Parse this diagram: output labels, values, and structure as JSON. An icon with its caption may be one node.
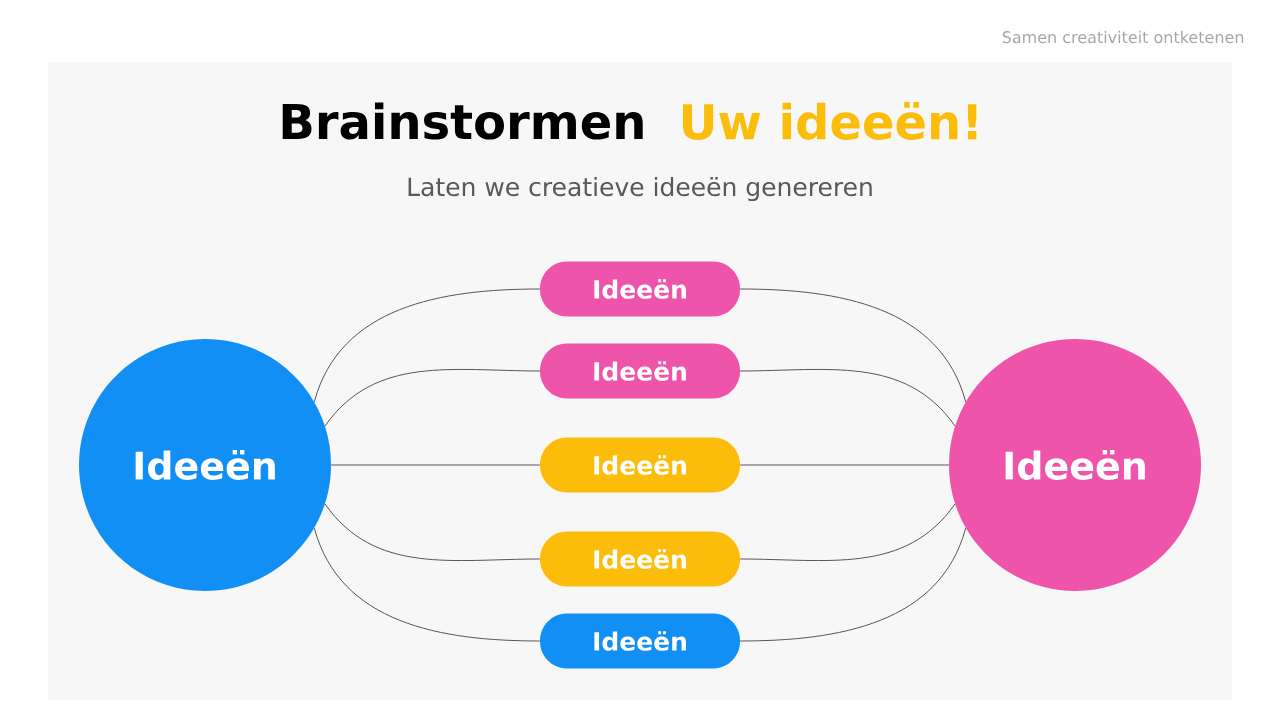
{
  "diagram": {
    "title": "Brainstormen",
    "nodes": [
      {
        "text": [
          "Ideeën"
        ]
      },
      {
        "text": [
          "Ideeën"
        ]
      },
      {
        "text": [
          "Ideeën"
        ]
      },
      {
        "text": [
          "Ideeën"
        ]
      },
      {
        "text": [
          "Ideeën"
        ]
      },
      {
        "text": [
          "Ideeën"
        ]
      },
      {
        "text": [
          "Ideeën"
        ]
      }
    ],
    "edges": [
      {
        "from": 0,
        "to": 1,
        "arrow": "none"
      },
      {
        "from": 0,
        "to": 2,
        "arrow": "none"
      },
      {
        "from": 0,
        "to": 3,
        "arrow": "none"
      },
      {
        "from": 0,
        "to": 4,
        "arrow": "none"
      },
      {
        "from": 0,
        "to": 5,
        "arrow": "none"
      },
      {
        "from": 1,
        "to": 6,
        "arrow": "none"
      },
      {
        "from": 2,
        "to": 6,
        "arrow": "none"
      },
      {
        "from": 3,
        "to": 6,
        "arrow": "none"
      },
      {
        "from": 4,
        "to": 6,
        "arrow": "none"
      },
      {
        "from": 5,
        "to": 6,
        "arrow": "none"
      }
    ],
    "labels": [
      "Samen creativiteit ontketenen",
      "Uw ideeën!",
      "Laten we creatieve ideeën genereren"
    ]
  }
}
